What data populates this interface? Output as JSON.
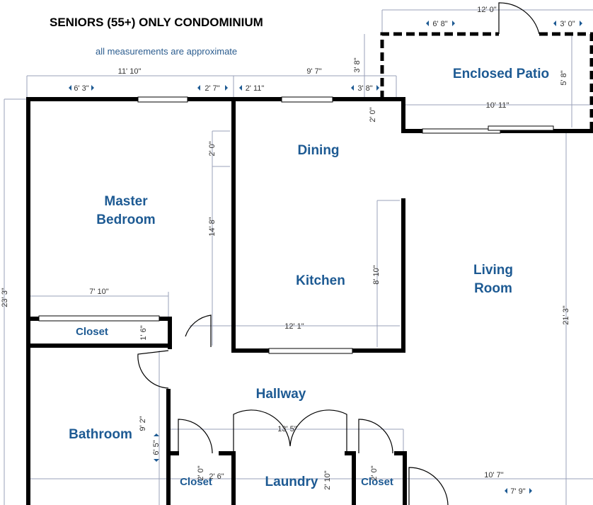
{
  "title": "SENIORS (55+) ONLY CONDOMINIUM",
  "subtitle": "all measurements are approximate",
  "rooms": {
    "master_bedroom_line1": "Master",
    "master_bedroom_line2": "Bedroom",
    "dining": "Dining",
    "kitchen": "Kitchen",
    "living_line1": "Living",
    "living_line2": "Room",
    "enclosed_patio": "Enclosed Patio",
    "closet_bedroom": "Closet",
    "hallway": "Hallway",
    "bathroom": "Bathroom",
    "closet_left": "Closet",
    "laundry": "Laundry",
    "closet_right": "Closet"
  },
  "dimensions": {
    "top_left_width": "11' 10\"",
    "top_right_width": "9' 7\"",
    "bedroom_window_left": "6' 3\"",
    "bedroom_window_right": "2' 7\"",
    "dining_window_left": "2' 11\"",
    "dining_window_right": "3' 8\"",
    "patio_width": "12' 0\"",
    "patio_door_left": "6' 8\"",
    "patio_door_right": "3' 0\"",
    "patio_depth_left": "3' 8\"",
    "patio_depth_right": "5' 8\"",
    "patio_step": "2' 0\"",
    "living_top_width": "10' 11\"",
    "overall_height": "23' 3\"",
    "bedroom_wall_top": "2' 0\"",
    "bedroom_height": "14' 8\"",
    "closet_width": "7' 10\"",
    "closet_depth": "1' 6\"",
    "kitchen_height": "8' 10\"",
    "kitchen_width": "12' 1\"",
    "living_height": "21' 3\"",
    "bathroom_height": "9' 2\"",
    "bathroom_lower": "6' 5\"",
    "hallway_width": "13' 5\"",
    "closet_left_depth": "2' 0\"",
    "closet_left_width": "2' 6\"",
    "laundry_depth": "2' 10\"",
    "closet_right_depth": "2' 0\"",
    "living_bottom_width": "10' 7\"",
    "entry_width": "7' 9\""
  }
}
